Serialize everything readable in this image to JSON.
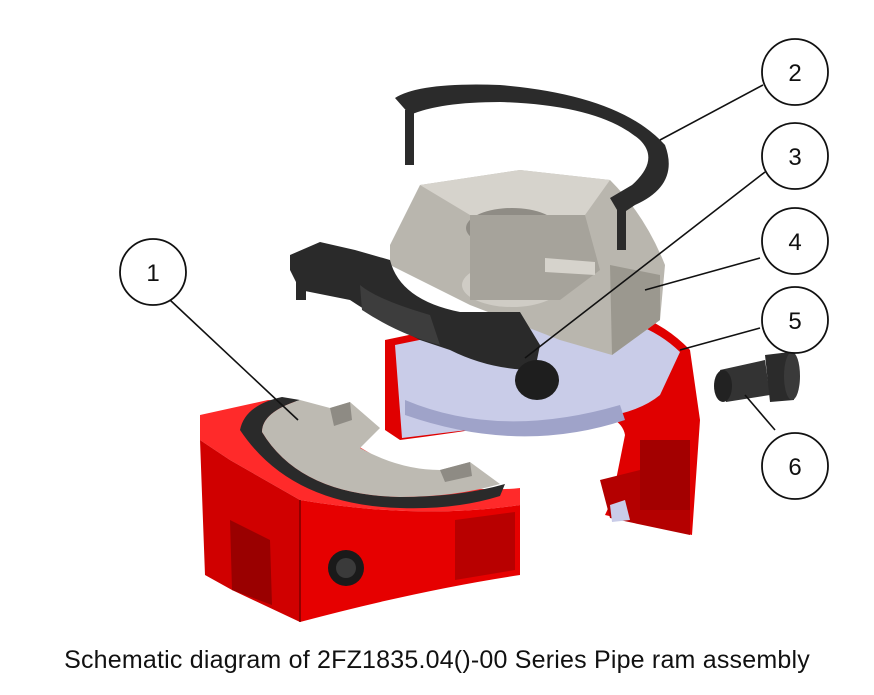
{
  "caption": "Schematic diagram of 2FZ1835.04()-00 Series Pipe ram assembly",
  "callouts": [
    {
      "id": "1",
      "label": "1"
    },
    {
      "id": "2",
      "label": "2"
    },
    {
      "id": "3",
      "label": "3"
    },
    {
      "id": "4",
      "label": "4"
    },
    {
      "id": "5",
      "label": "5"
    },
    {
      "id": "6",
      "label": "6"
    }
  ],
  "colors": {
    "body_red": "#e00000",
    "body_red_dark": "#a80000",
    "packer_black": "#2a2a2a",
    "insert_gray": "#b9b6ae",
    "bore_lavender": "#c8cbe6"
  }
}
